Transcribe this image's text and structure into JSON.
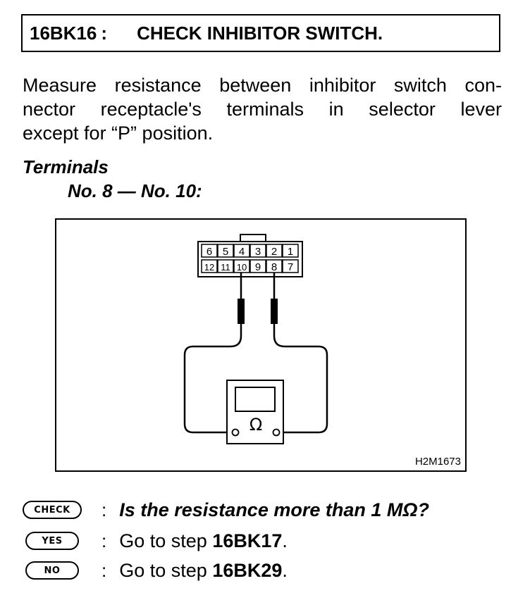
{
  "header": {
    "step_code": "16BK16",
    "colon": ":",
    "title": "CHECK INHIBITOR SWITCH."
  },
  "description": {
    "lines": [
      "Measure resistance between inhibitor switch con-",
      "nector receptacle's terminals in selector lever",
      "except for “P” position."
    ]
  },
  "terminals": {
    "heading": "Terminals",
    "value": "No. 8 — No. 10:"
  },
  "figure": {
    "connector_top_row": [
      "6",
      "5",
      "4",
      "3",
      "2",
      "1"
    ],
    "connector_bottom_row": [
      "12",
      "11",
      "10",
      "9",
      "8",
      "7"
    ],
    "meter_symbol": "Ω",
    "figure_code": "H2M1673"
  },
  "steps": [
    {
      "badge": "CHECK",
      "colon": ":",
      "question": "Is the resistance more than 1 MΩ?"
    },
    {
      "badge": "YES",
      "colon": ":",
      "prefix": "Go to step ",
      "target": "16BK17",
      "suffix": "."
    },
    {
      "badge": "NO",
      "colon": ":",
      "prefix": "Go to step ",
      "target": "16BK29",
      "suffix": "."
    }
  ]
}
